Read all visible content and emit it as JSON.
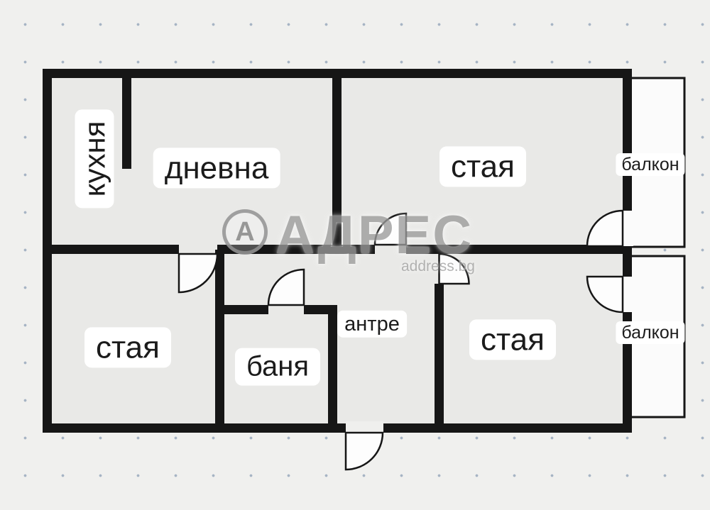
{
  "plan": {
    "rooms": {
      "kitchen": {
        "label": "кухня"
      },
      "living_room": {
        "label": "дневна"
      },
      "room_top_right": {
        "label": "стая"
      },
      "room_bottom_left": {
        "label": "стая"
      },
      "room_bottom_right": {
        "label": "стая"
      },
      "bathroom": {
        "label": "баня"
      },
      "hallway": {
        "label": "антре"
      },
      "balcony_top": {
        "label": "балкон"
      },
      "balcony_bottom": {
        "label": "балкон"
      }
    },
    "watermark": {
      "logo_letter": "А",
      "brand": "АДРЕС",
      "website": "address.bg"
    },
    "colors": {
      "wall": "#161616",
      "room_fill": "#e9e9e7",
      "balcony_fill": "#fbfbfb",
      "background": "#f0f0ee",
      "grid_dot": "#a6b4c4",
      "label_bg": "#ffffff",
      "label_text": "#1b1b1b",
      "watermark_gray": "#9b9b9b"
    }
  }
}
